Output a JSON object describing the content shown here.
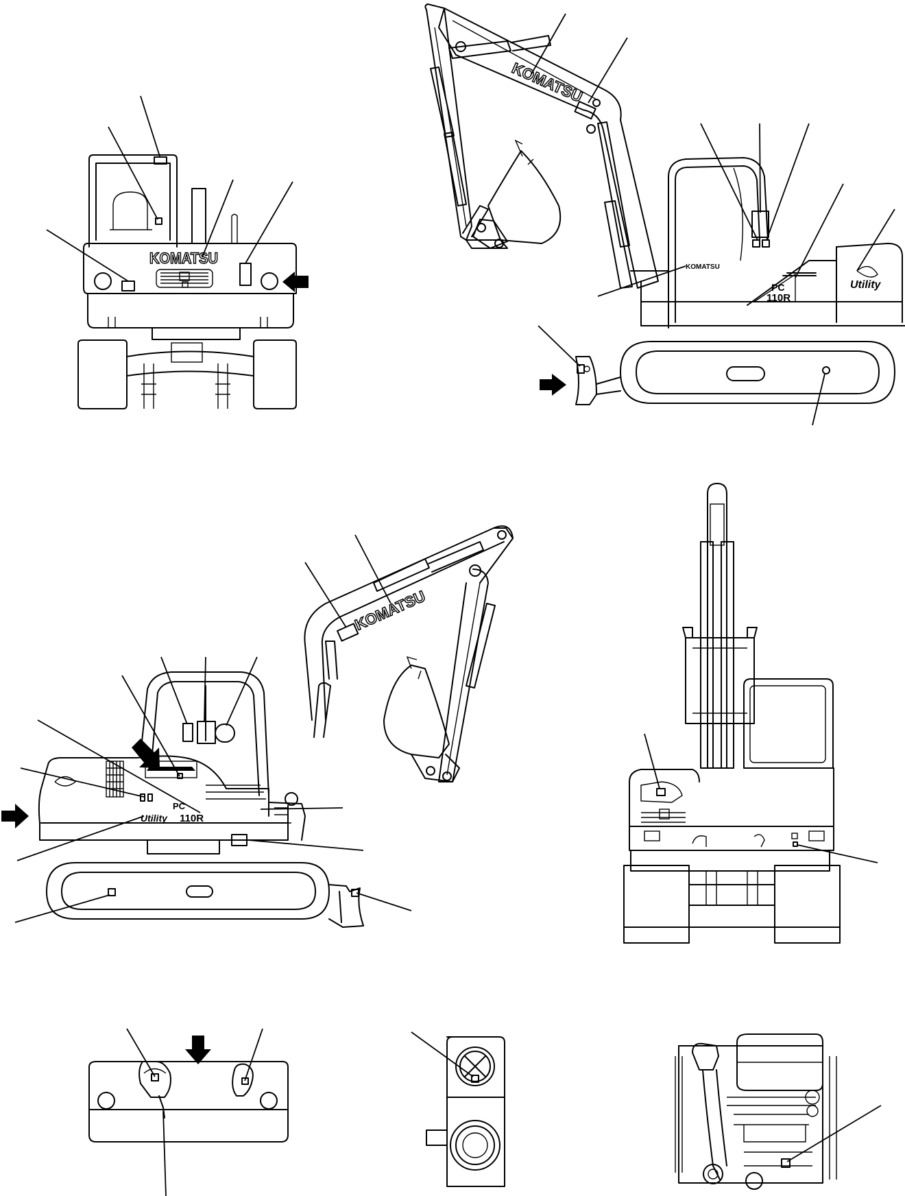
{
  "brand": {
    "logo_front": "KOMATSU",
    "logo_arm_side": "KOMATSU",
    "logo_arm_left": "KOMATSU",
    "logo_cab_small": "KOMATSU"
  },
  "model": {
    "badge_right_top": "PC",
    "badge_right_num": "110R",
    "badge_left_top": "PC",
    "badge_left_num": "110R"
  },
  "script_badge": {
    "right": "Utility",
    "left": "Utility"
  },
  "icons": {
    "direction_arrows": "arrow-icon",
    "decal_markers": "decal-marker-icon"
  },
  "colors": {
    "line": "#000000",
    "background": "#ffffff"
  }
}
